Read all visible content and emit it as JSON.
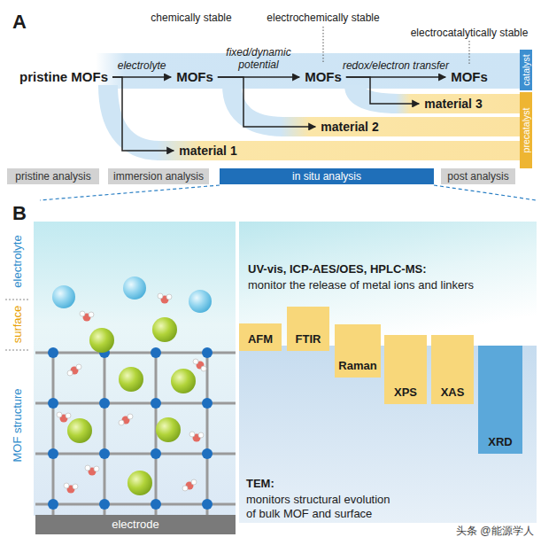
{
  "diagram": {
    "nodes": [
      {
        "text": [
          "pristine MOFs"
        ]
      },
      {
        "text": [
          "MOFs"
        ]
      },
      {
        "text": [
          "MOFs"
        ]
      },
      {
        "text": [
          "MOFs"
        ]
      },
      {
        "text": [
          "material 3"
        ]
      },
      {
        "text": [
          "material 2"
        ]
      },
      {
        "text": [
          "material 1"
        ]
      },
      {
        "text": [
          "pristine analysis"
        ]
      },
      {
        "text": [
          "immersion analysis"
        ]
      },
      {
        "text": [
          "in situ analysis"
        ]
      },
      {
        "text": [
          "post analysis"
        ]
      },
      {
        "text": [
          "AFM"
        ]
      },
      {
        "text": [
          "FTIR"
        ]
      },
      {
        "text": [
          "Raman"
        ]
      },
      {
        "text": [
          "XPS"
        ]
      },
      {
        "text": [
          "XAS"
        ]
      },
      {
        "text": [
          "XRD"
        ]
      },
      {
        "text": [
          "electrode"
        ]
      }
    ],
    "edges": [
      {
        "from": 0,
        "to": 1,
        "label": "electrolyte",
        "arrow": "to"
      },
      {
        "from": 1,
        "to": 2,
        "label": "fixed/dynamic potential",
        "arrow": "to"
      },
      {
        "from": 2,
        "to": 3,
        "label": "redox/electron transfer",
        "arrow": "to"
      },
      {
        "from": 0,
        "to": 6,
        "arrow": "to"
      },
      {
        "from": 1,
        "to": 5,
        "arrow": "to"
      },
      {
        "from": 2,
        "to": 4,
        "arrow": "to"
      }
    ],
    "labels": [
      "A",
      "chemically stable",
      "electrochemically stable",
      "electrocatalytically stable",
      "catalyst",
      "precatalyst",
      "B",
      "electrolyte",
      "surface",
      "MOF structure",
      "UV-vis, ICP-AES/OES, HPLC-MS:",
      "monitor the release of metal ions and linkers",
      "TEM:",
      "monitors structural evolution of bulk MOF and surface",
      "头条 @能源学人"
    ]
  }
}
